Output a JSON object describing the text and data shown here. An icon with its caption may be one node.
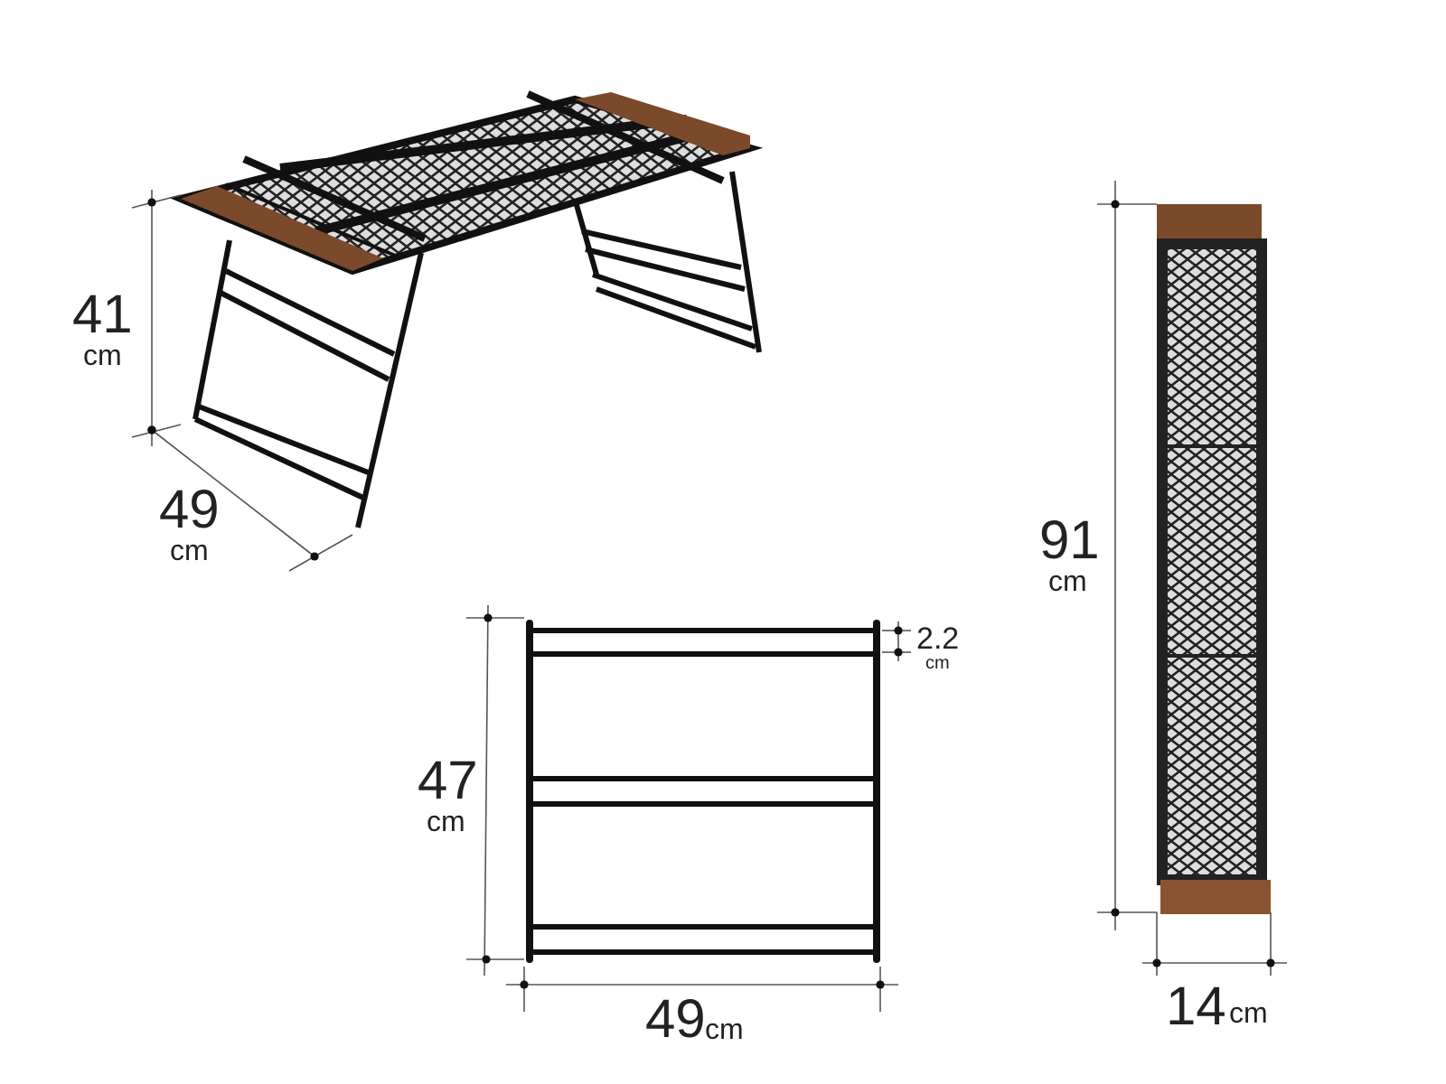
{
  "diagram": {
    "labels": [
      "41",
      "cm",
      "49",
      "cm",
      "47",
      "cm",
      "2.2",
      "cm",
      "49",
      "cm",
      "91",
      "cm",
      "14",
      "cm"
    ]
  }
}
